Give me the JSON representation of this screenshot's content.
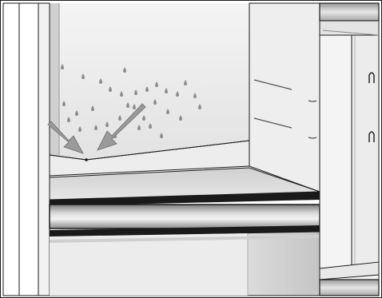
{
  "illustration": {
    "subject": "refrigerator-interior-condensation",
    "elements": [
      "fridge-back-wall",
      "condensation-droplets",
      "drain-channel",
      "glass-shelf",
      "crisper-drawer",
      "door-shelves",
      "flow-arrows"
    ]
  },
  "colors": {
    "outline": "#1a1a1a",
    "arrow_fill": "#9a9a9a",
    "droplet": "#8c8c8c",
    "panel_light": "#ececec",
    "panel_mid": "#d6d6d6",
    "panel_dark": "#b8b8b8"
  }
}
